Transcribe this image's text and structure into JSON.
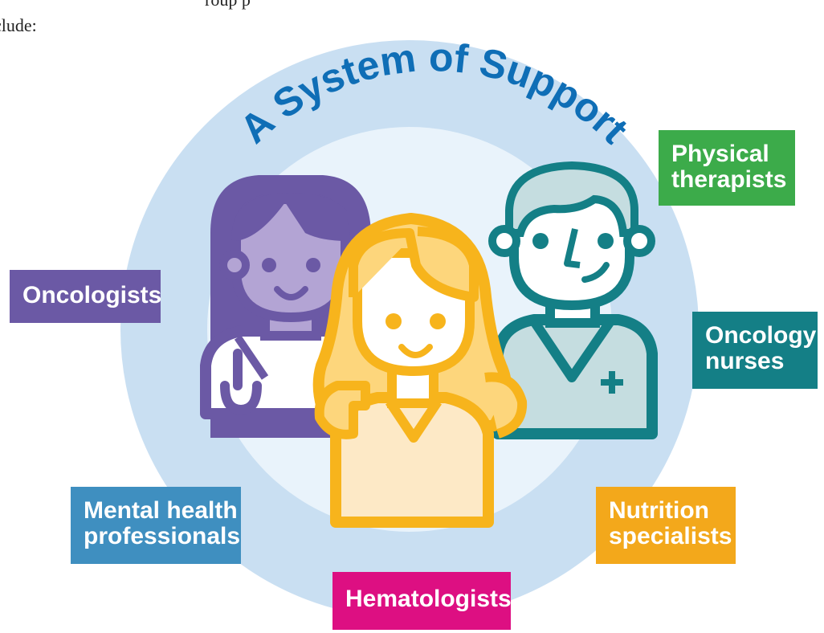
{
  "intro": {
    "line1": "roup p",
    "line2": "clude:"
  },
  "title": "A System of Support",
  "colors": {
    "outer_ring": "#c9dff2",
    "inner_circle": "#e9f3fb",
    "purple": "#6b59a5",
    "purple_light": "#b3a4d4",
    "yellow": "#f7b41c",
    "yellow_light": "#fdd67c",
    "yellow_pale": "#fde9c6",
    "teal": "#147f86",
    "teal_light": "#c5dde0",
    "title_blue": "#0f6eb6",
    "green": "#3cab4a",
    "steel_blue": "#3f8fc0",
    "magenta": "#dd0f82",
    "orange": "#f3a81b"
  },
  "labels": {
    "oncologists": "Oncologists",
    "physical_therapists_1": "Physical",
    "physical_therapists_2": "therapists",
    "oncology_nurses_1": "Oncology",
    "oncology_nurses_2": "nurses",
    "mental_health_1": "Mental health",
    "mental_health_2": "professionals",
    "nutrition_1": "Nutrition",
    "nutrition_2": "specialists",
    "hematologists": "Hematologists"
  }
}
